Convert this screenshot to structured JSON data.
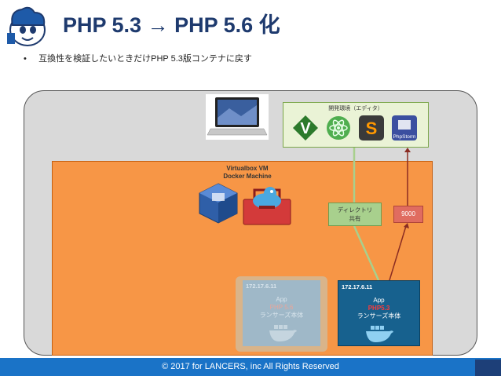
{
  "title": "PHP 5.3 → PHP 5.6 化",
  "bullet": "互換性を検証したいときだけPHP 5.3版コンテナに戻す",
  "dev_env": {
    "label": "開発環境（エディタ）",
    "apps": [
      {
        "name": "vim-icon",
        "color": "#2c7a2c"
      },
      {
        "name": "atom-icon",
        "color": "#4fae4f"
      },
      {
        "name": "sublime-icon",
        "color": "#3a3a3a"
      },
      {
        "name": "phpstorm-icon",
        "color": "#3b4fa0",
        "label": "PhpStorm"
      }
    ]
  },
  "vm": {
    "line1": "Virtualbox VM",
    "line2": "Docker Machine"
  },
  "shared_dir": {
    "line1": "ディレクトリ",
    "line2": "共有"
  },
  "port": "9000",
  "container_old": {
    "ip": "172.17.6.11",
    "app": "App",
    "php": "PHP 5.6",
    "desc": "ランサーズ本体"
  },
  "container_new": {
    "ip": "172.17.6.11",
    "app": "App",
    "php": "PHP5.3",
    "desc": "ランサーズ本体"
  },
  "footer": "© 2017 for LANCERS, inc All Rights Reserved",
  "colors": {
    "accent": "#1a73c7",
    "vm": "#f79646",
    "dev_bg": "#eaf3d6",
    "port": "#e06c60",
    "shared": "#a8d08d"
  }
}
